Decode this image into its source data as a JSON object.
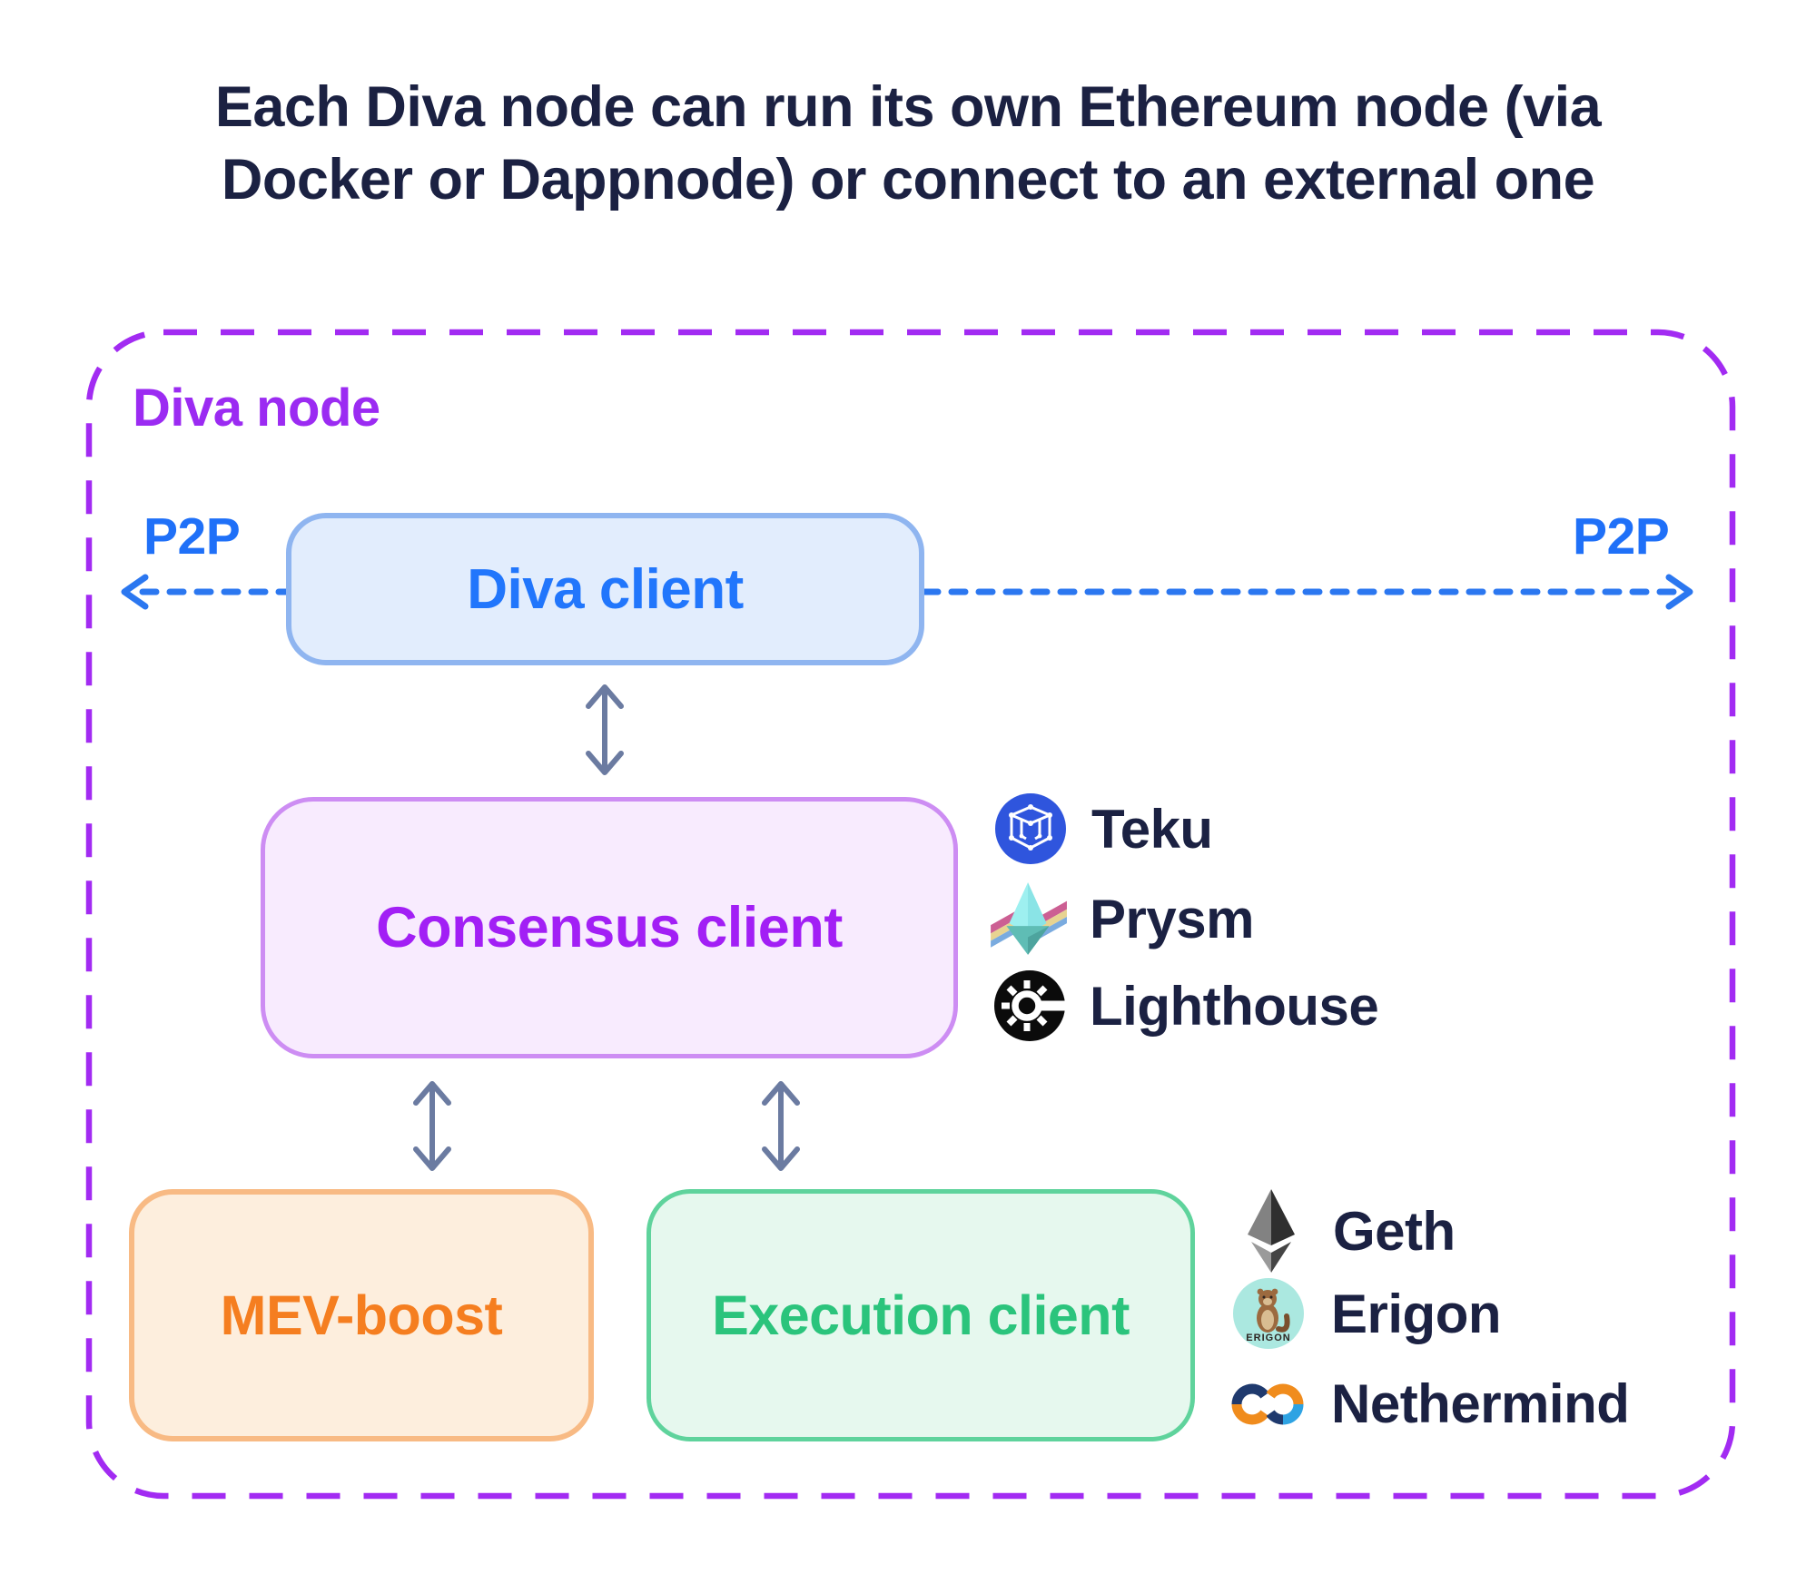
{
  "title": {
    "line1": "Each Diva node can run its own Ethereum node (via",
    "line2": "Docker or Dappnode) or connect to an external one"
  },
  "diva_node": {
    "label": "Diva node",
    "p2p_left": "P2P",
    "p2p_right": "P2P",
    "boxes": {
      "diva_client": "Diva client",
      "consensus_client": "Consensus client",
      "mev_boost": "MEV-boost",
      "execution_client": "Execution client"
    }
  },
  "consensus_clients": [
    {
      "name": "Teku",
      "icon": "teku-icon"
    },
    {
      "name": "Prysm",
      "icon": "prysm-icon"
    },
    {
      "name": "Lighthouse",
      "icon": "lighthouse-icon"
    }
  ],
  "execution_clients": [
    {
      "name": "Geth",
      "icon": "geth-icon"
    },
    {
      "name": "Erigon",
      "icon": "erigon-icon",
      "icon_text": "ERIGON"
    },
    {
      "name": "Nethermind",
      "icon": "nethermind-icon"
    }
  ],
  "colors": {
    "title_text": "#1b2142",
    "diva_node_accent": "#9b2bf2",
    "p2p_blue": "#1f70f8",
    "diva_client_fill": "#e2edfd",
    "diva_client_border": "#8fb5f0",
    "diva_client_text": "#2176fc",
    "consensus_fill": "#f8ebfe",
    "consensus_border": "#cd8df3",
    "consensus_text": "#a21ff5",
    "mev_fill": "#fdeedd",
    "mev_border": "#f8ba84",
    "mev_text": "#f57e20",
    "execution_fill": "#e6f8ee",
    "execution_border": "#5fd39c",
    "execution_text": "#2bc47c",
    "arrow_slate": "#6b7ba1",
    "teku_blue": "#2f55dd",
    "lighthouse_black": "#0b0b0b"
  }
}
